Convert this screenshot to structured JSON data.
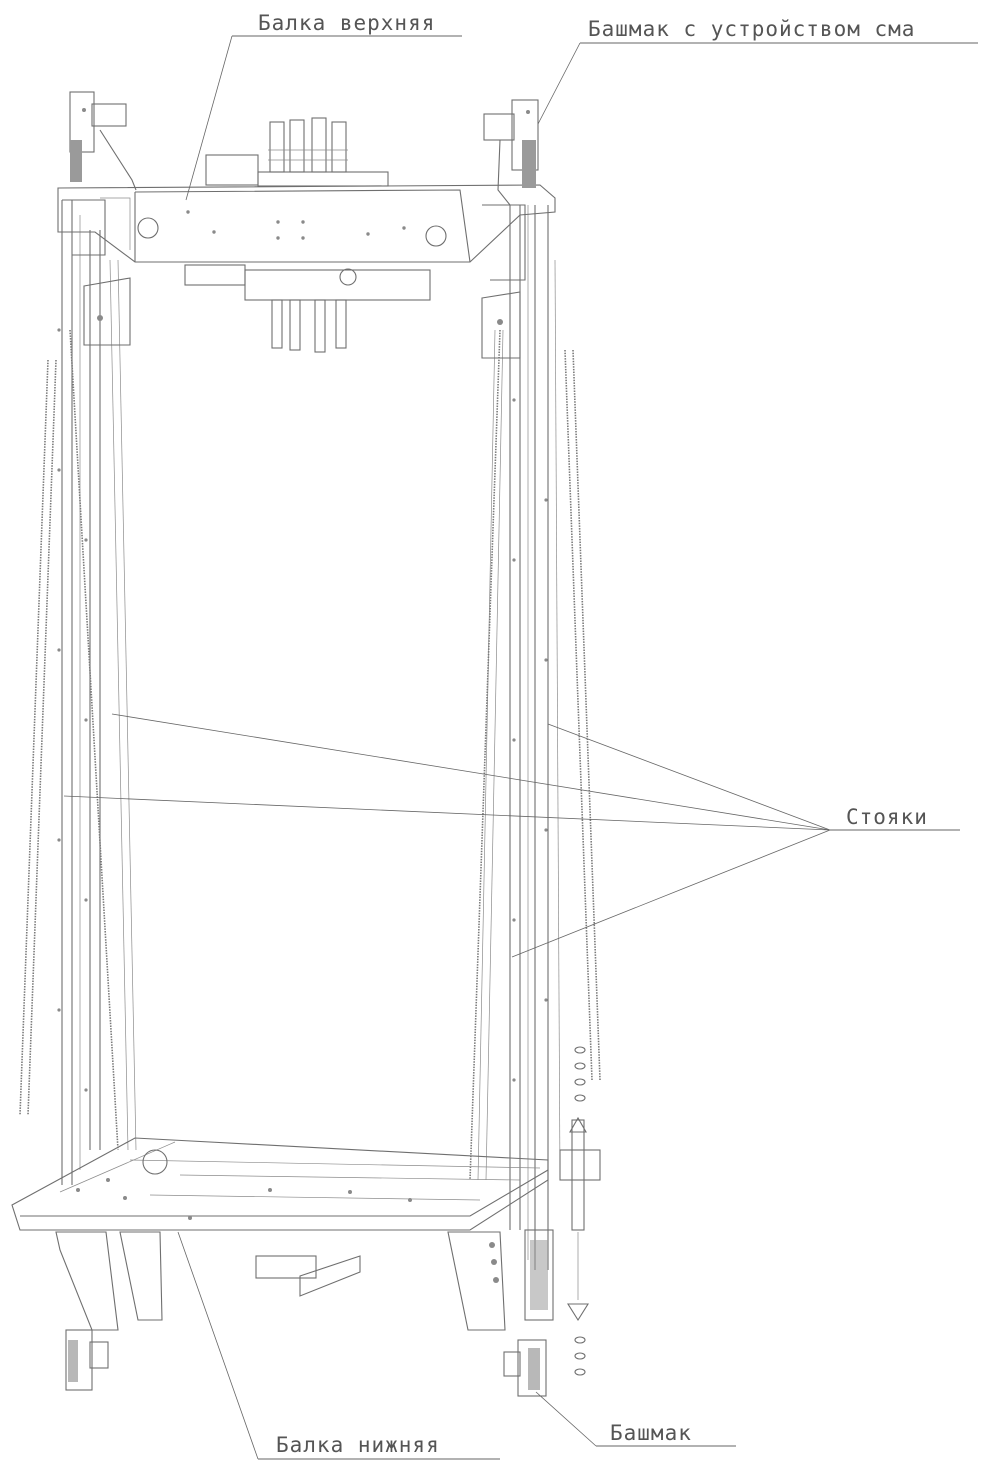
{
  "labels": {
    "top_beam": "Балка верхняя",
    "shoe_lubricator": "Башмак с устройством сма",
    "uprights": "Стояки",
    "bottom_beam": "Балка нижняя",
    "shoe": "Башмак"
  },
  "colors": {
    "line": "#6f6f6f",
    "text": "#555555",
    "background": "#ffffff"
  }
}
